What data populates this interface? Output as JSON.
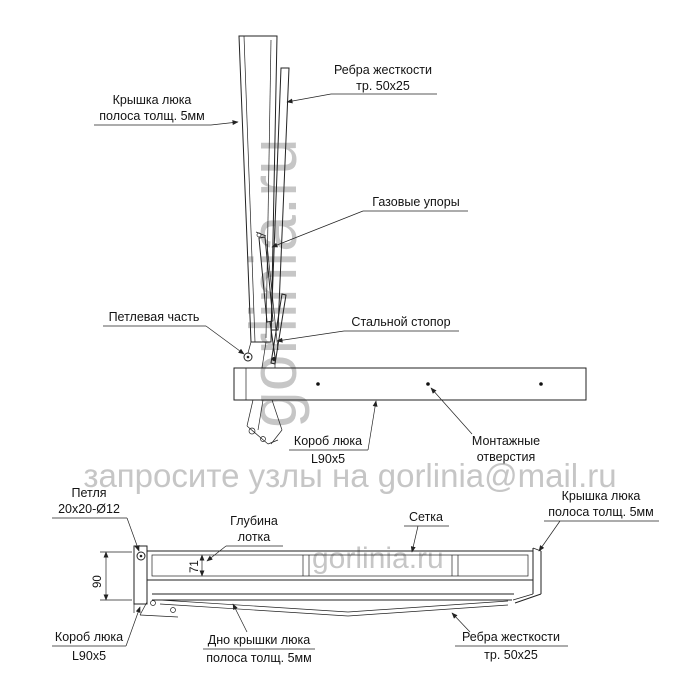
{
  "colors": {
    "line": "#222222",
    "watermark": "#c6c6c6"
  },
  "watermarks": {
    "vertical": "gorlinia.ru",
    "banner": "запросите узлы на gorlinia@mail.ru",
    "small": "gorlinia.ru"
  },
  "top": {
    "ribs": {
      "line1": "Ребра жесткости",
      "line2": "тр. 50x25"
    },
    "cover": {
      "line1": "Крышка люка",
      "line2": "полоса толщ. 5мм"
    },
    "gas": "Газовые упоры",
    "hinge_part": "Петлевая часть",
    "stopper": "Стальной стопор",
    "box": {
      "line1": "Короб люка",
      "line2": "L90x5"
    },
    "holes": {
      "line1": "Монтажные",
      "line2": "отверстия"
    }
  },
  "bottom": {
    "hinge": {
      "line1": "Петля",
      "line2": "20x20-Ø12"
    },
    "depth": {
      "line1": "Глубина",
      "line2": "лотка"
    },
    "mesh": "Сетка",
    "cover": {
      "line1": "Крышка люка",
      "line2": "полоса толщ. 5мм"
    },
    "box": {
      "line1": "Короб люка",
      "line2": "L90x5"
    },
    "floor": {
      "line1": "Дно крышки люка",
      "line2": "полоса толщ. 5мм"
    },
    "ribs": {
      "line1": "Ребра жесткости",
      "line2": "тр. 50x25"
    },
    "dim_height": "90",
    "dim_depth": "71"
  }
}
